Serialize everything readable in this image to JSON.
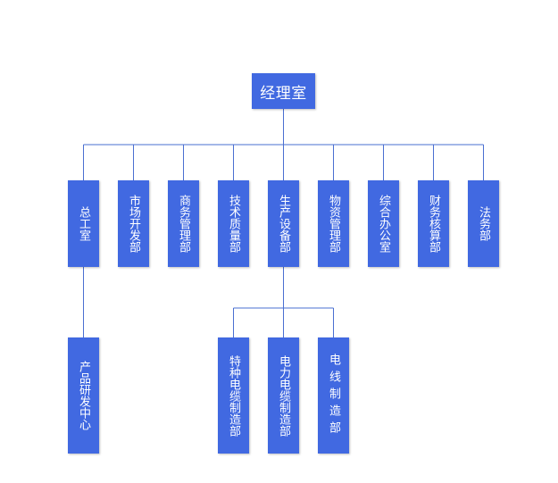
{
  "diagram": {
    "root": {
      "label": "经理室"
    },
    "departments": [
      {
        "key": "zonggong",
        "label": "总工室",
        "spaced": true
      },
      {
        "key": "shichang",
        "label": "市场开发部"
      },
      {
        "key": "shangwu",
        "label": "商务管理部"
      },
      {
        "key": "jishu",
        "label": "技术质量部"
      },
      {
        "key": "shengchan",
        "label": "生产设备部"
      },
      {
        "key": "wuzi",
        "label": "物资管理部"
      },
      {
        "key": "zonghe",
        "label": "综合办公室"
      },
      {
        "key": "caiwu",
        "label": "财务核算部"
      },
      {
        "key": "fawu",
        "label": "法务部",
        "spaced": true
      }
    ],
    "sub_units": [
      {
        "key": "chanpin",
        "parent": "zonggong",
        "label": "产品研发中心"
      },
      {
        "key": "tezhong",
        "parent": "shengchan",
        "label": "特种电缆制造部"
      },
      {
        "key": "dianli",
        "parent": "shengchan",
        "label": "电力电缆制造部"
      },
      {
        "key": "dianxian",
        "parent": "shengchan",
        "label": "电线制造部",
        "spaced": true
      }
    ]
  },
  "colors": {
    "node_fill": "#4169E1",
    "node_text": "#ffffff",
    "connector": "#4a6fd1",
    "background": "#ffffff"
  }
}
